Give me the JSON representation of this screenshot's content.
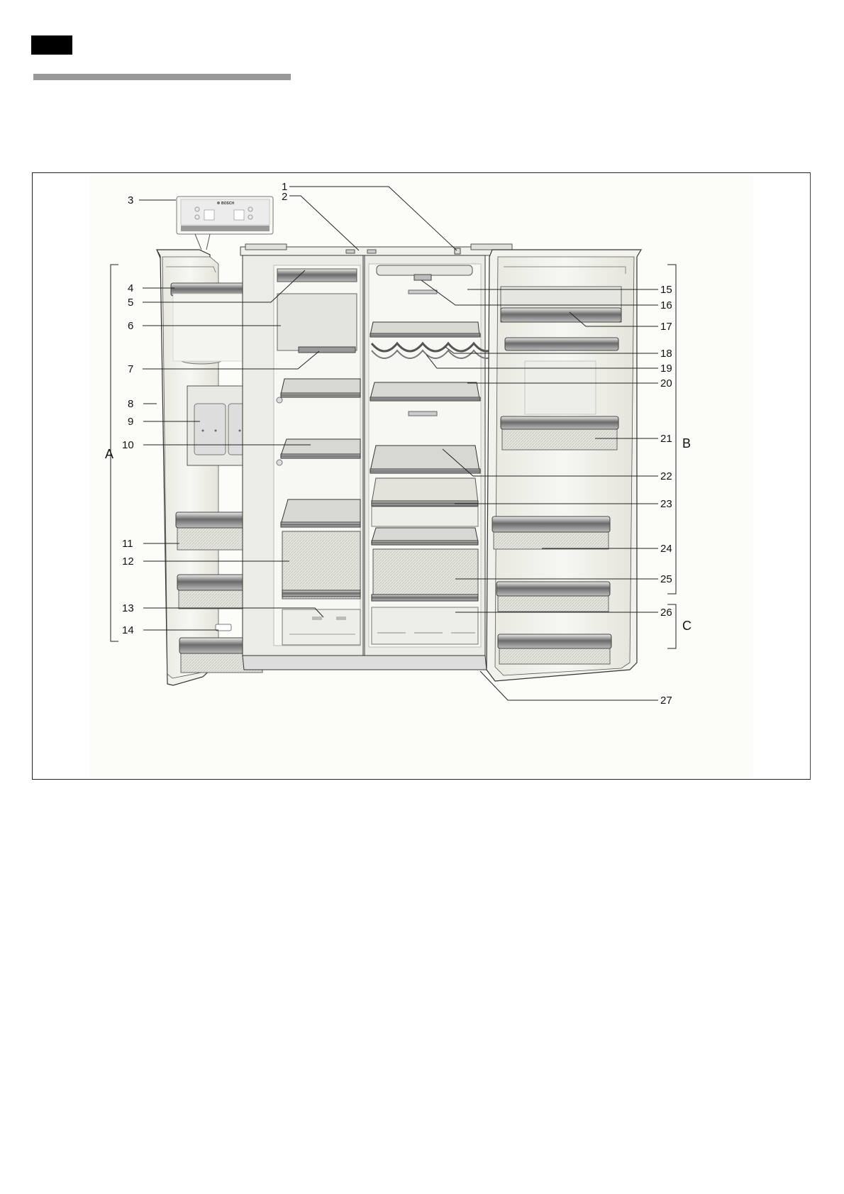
{
  "page": {
    "brand_text": "BOSCH"
  },
  "figure": {
    "callouts": [
      "1",
      "2",
      "3",
      "4",
      "5",
      "6",
      "7",
      "8",
      "9",
      "10",
      "11",
      "12",
      "13",
      "14",
      "15",
      "16",
      "17",
      "18",
      "19",
      "20",
      "21",
      "22",
      "23",
      "24",
      "25",
      "26",
      "27"
    ],
    "sections": [
      "A",
      "B",
      "C"
    ]
  },
  "colors": {
    "ink": "#111111",
    "line": "#333333",
    "panel_fill": "#efefea",
    "shelf_glass": "#d8d8d2",
    "chrome_dark": "#6a6a6a",
    "header_tab": "#000000",
    "header_rule": "#999999"
  }
}
